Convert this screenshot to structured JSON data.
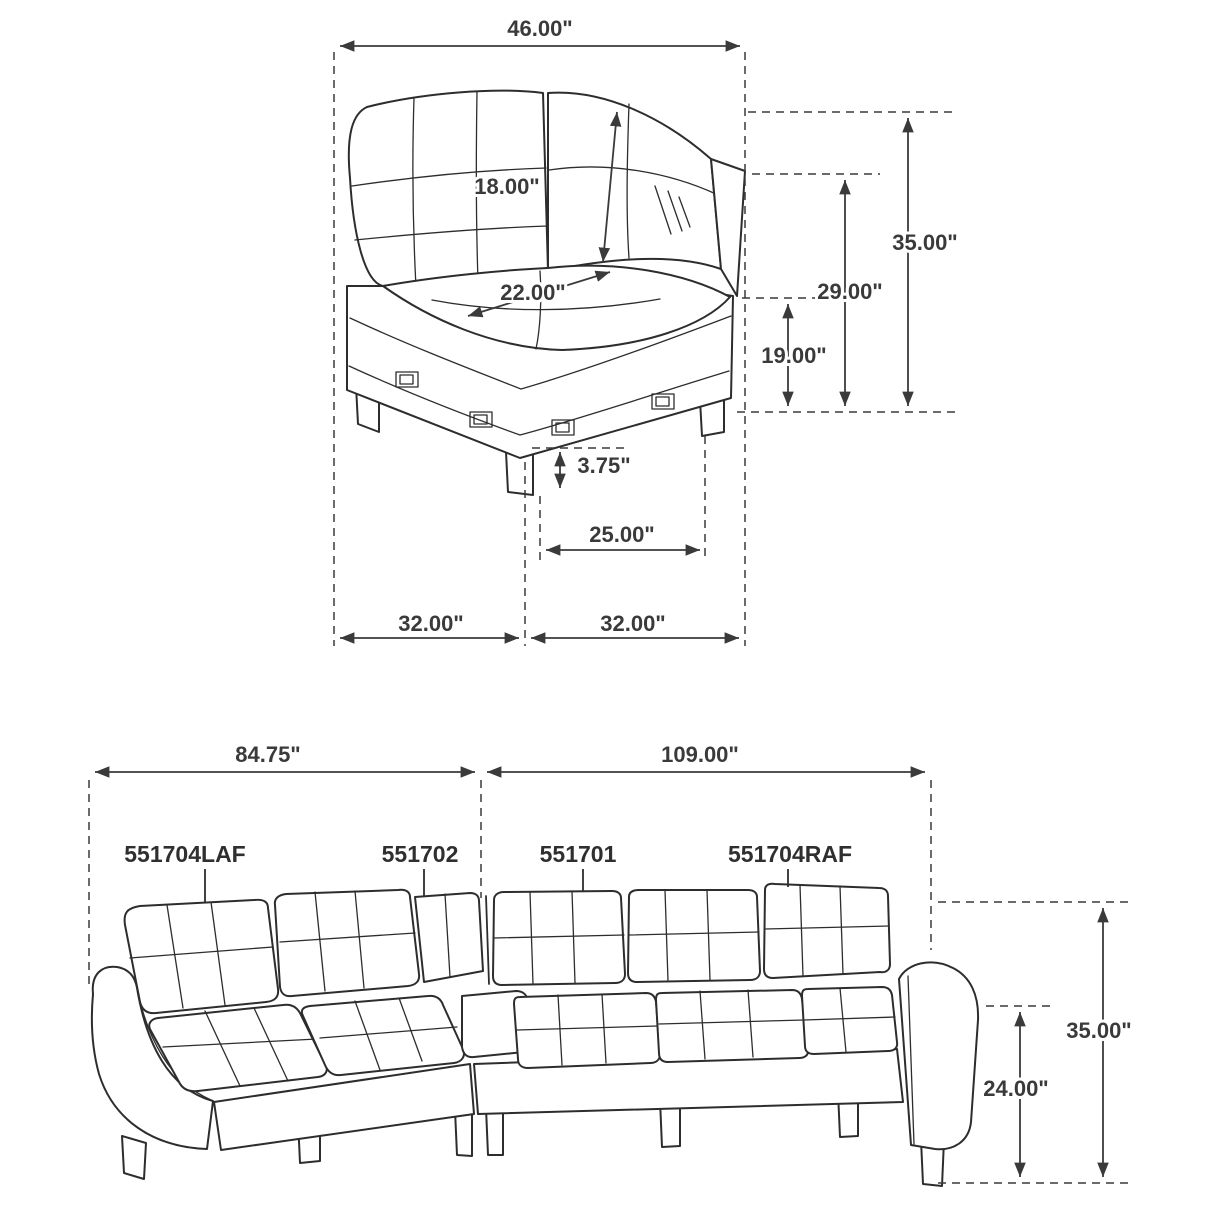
{
  "colors": {
    "line": "#2d2d2d",
    "dim_text": "#3a3a3a",
    "background": "#ffffff"
  },
  "corner_module": {
    "dim_overall_width": "46.00\"",
    "dim_back_cushion_width": "18.00\"",
    "dim_overall_height": "35.00\"",
    "dim_back_height": "29.00\"",
    "dim_seat_depth": "22.00\"",
    "dim_seat_height": "19.00\"",
    "dim_leg_height": "3.75\"",
    "dim_front_width": "25.00\"",
    "dim_left_depth": "32.00\"",
    "dim_right_depth": "32.00\""
  },
  "sectional": {
    "dim_left_length": "84.75\"",
    "dim_right_length": "109.00\"",
    "dim_overall_height": "35.00\"",
    "dim_arm_height": "24.00\"",
    "part_labels": [
      "551704LAF",
      "551702",
      "551701",
      "551704RAF"
    ]
  }
}
